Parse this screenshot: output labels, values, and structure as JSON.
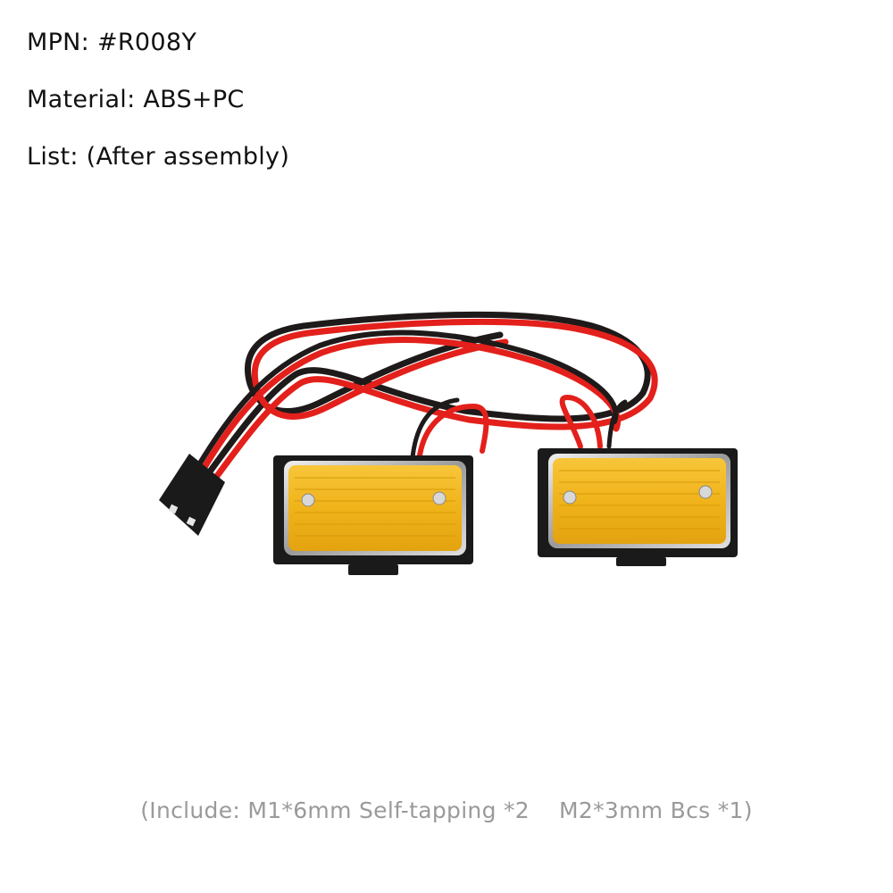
{
  "specs": {
    "mpn_label": "MPN: #R008Y",
    "material_label": "Material: ABS+PC",
    "list_label": "List: (After assembly)"
  },
  "product": {
    "name": "amber side marker lights with wiring harness",
    "lens_color": "#f2b81c",
    "housing_color": "#1a1a1a",
    "wire_colors": [
      "#e3201b",
      "#1f1a1a"
    ],
    "bezel_color": "#c8c8c8",
    "light_count": 2
  },
  "footer": {
    "include_note": "(Include: M1*6mm Self-tapping *2    M2*3mm Bcs *1)"
  }
}
